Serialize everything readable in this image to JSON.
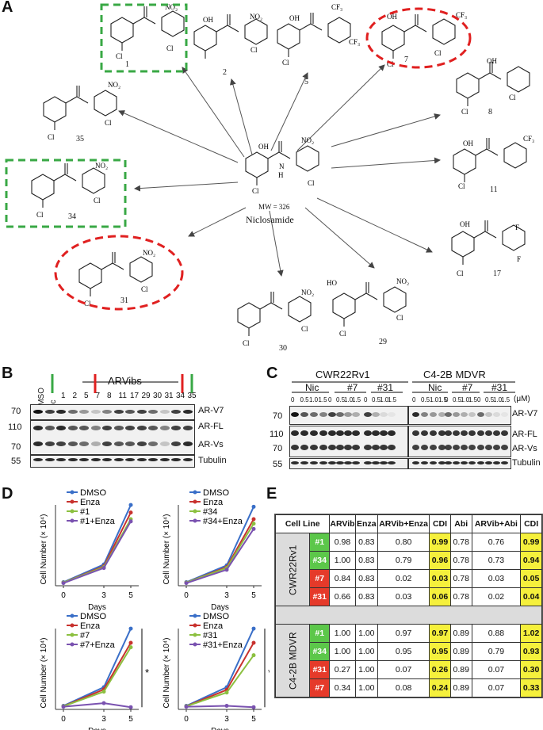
{
  "panels": {
    "A": "A",
    "B": "B",
    "C": "C",
    "D": "D",
    "E": "E"
  },
  "panelA": {
    "center_mw": "MW = 326",
    "center_name": "Niclosamide",
    "compounds": [
      "1",
      "2",
      "5",
      "7",
      "8",
      "11",
      "17",
      "29",
      "30",
      "31",
      "34",
      "35"
    ]
  },
  "panelB": {
    "header": "ARVibs",
    "lanes": [
      "DMSO",
      "Nic",
      "1",
      "2",
      "5",
      "7",
      "8",
      "11",
      "17",
      "29",
      "30",
      "31",
      "34",
      "35"
    ],
    "markers": [
      "70",
      "110",
      "70",
      "55"
    ],
    "rows": [
      "AR-V7",
      "AR-FL",
      "AR-Vs",
      "Tubulin"
    ]
  },
  "panelC": {
    "groups": [
      "CWR22Rv1",
      "C4-2B MDVR"
    ],
    "treatments": [
      "Nic",
      "#7",
      "#31"
    ],
    "doses": [
      "0",
      "0.5",
      "1.0",
      "1.5"
    ],
    "unit": "(μM)",
    "markers": [
      "70",
      "110",
      "70",
      "55"
    ],
    "rows": [
      "AR-V7",
      "AR-FL",
      "AR-Vs",
      "Tubulin"
    ]
  },
  "panelD": {
    "ylabel": "Cell Number (× 10⁴)",
    "xlabel": "Days",
    "xticks": [
      "0",
      "3",
      "5"
    ],
    "star": "*",
    "colors": {
      "DMSO": "#3a6fc8",
      "Enza": "#c8322e",
      "single": "#8cc040",
      "combo": "#7a52b0"
    },
    "charts": [
      {
        "legend": [
          "DMSO",
          "Enza",
          "#1",
          "#1+Enza"
        ]
      },
      {
        "legend": [
          "DMSO",
          "Enza",
          "#34",
          "#34+Enza"
        ]
      },
      {
        "legend": [
          "DMSO",
          "Enza",
          "#7",
          "#7+Enza"
        ]
      },
      {
        "legend": [
          "DMSO",
          "Enza",
          "#31",
          "#31+Enza"
        ]
      }
    ]
  },
  "chart_data": [
    {
      "type": "line",
      "x": [
        0,
        3,
        5
      ],
      "ylim": [
        0,
        200
      ],
      "series": [
        {
          "name": "DMSO",
          "values": [
            8,
            48,
            182
          ]
        },
        {
          "name": "Enza",
          "values": [
            7,
            44,
            165
          ]
        },
        {
          "name": "#1",
          "values": [
            7,
            42,
            150
          ]
        },
        {
          "name": "#1+Enza",
          "values": [
            6,
            40,
            145
          ]
        }
      ]
    },
    {
      "type": "line",
      "x": [
        0,
        3,
        5
      ],
      "ylim": [
        0,
        200
      ],
      "series": [
        {
          "name": "DMSO",
          "values": [
            8,
            46,
            178
          ]
        },
        {
          "name": "Enza",
          "values": [
            7,
            42,
            150
          ]
        },
        {
          "name": "#34",
          "values": [
            7,
            40,
            140
          ]
        },
        {
          "name": "#34+Enza",
          "values": [
            6,
            36,
            128
          ]
        }
      ]
    },
    {
      "type": "line",
      "x": [
        0,
        3,
        5
      ],
      "ylim": [
        0,
        200
      ],
      "series": [
        {
          "name": "DMSO",
          "values": [
            8,
            50,
            182
          ]
        },
        {
          "name": "Enza",
          "values": [
            7,
            45,
            150
          ]
        },
        {
          "name": "#7",
          "values": [
            7,
            40,
            140
          ]
        },
        {
          "name": "#7+Enza",
          "values": [
            6,
            14,
            5
          ]
        }
      ]
    },
    {
      "type": "line",
      "x": [
        0,
        3,
        5
      ],
      "ylim": [
        0,
        200
      ],
      "series": [
        {
          "name": "DMSO",
          "values": [
            8,
            50,
            182
          ]
        },
        {
          "name": "Enza",
          "values": [
            7,
            44,
            150
          ]
        },
        {
          "name": "#31",
          "values": [
            7,
            38,
            122
          ]
        },
        {
          "name": "#31+Enza",
          "values": [
            6,
            8,
            5
          ]
        }
      ]
    }
  ],
  "panelE": {
    "headers": [
      "Cell Line",
      "ARVib",
      "Enza",
      "ARVib+Enza",
      "CDI",
      "Abi",
      "ARVib+Abi",
      "CDI"
    ],
    "groups": [
      {
        "name": "CWR22Rv1",
        "rows": [
          {
            "id": "#1",
            "color": "g",
            "v": [
              "0.98",
              "0.83",
              "0.80",
              "0.99",
              "0.78",
              "0.76",
              "0.99"
            ]
          },
          {
            "id": "#34",
            "color": "g",
            "v": [
              "1.00",
              "0.83",
              "0.79",
              "0.96",
              "0.78",
              "0.73",
              "0.94"
            ]
          },
          {
            "id": "#7",
            "color": "r",
            "v": [
              "0.84",
              "0.83",
              "0.02",
              "0.03",
              "0.78",
              "0.03",
              "0.05"
            ]
          },
          {
            "id": "#31",
            "color": "r",
            "v": [
              "0.66",
              "0.83",
              "0.03",
              "0.06",
              "0.78",
              "0.02",
              "0.04"
            ]
          }
        ]
      },
      {
        "name": "C4-2B MDVR",
        "rows": [
          {
            "id": "#1",
            "color": "g",
            "v": [
              "1.00",
              "1.00",
              "0.97",
              "0.97",
              "0.89",
              "0.88",
              "1.02"
            ]
          },
          {
            "id": "#34",
            "color": "g",
            "v": [
              "1.00",
              "1.00",
              "0.95",
              "0.95",
              "0.89",
              "0.79",
              "0.93"
            ]
          },
          {
            "id": "#31",
            "color": "r",
            "v": [
              "0.27",
              "1.00",
              "0.07",
              "0.26",
              "0.89",
              "0.07",
              "0.30"
            ]
          },
          {
            "id": "#7",
            "color": "r",
            "v": [
              "0.34",
              "1.00",
              "0.08",
              "0.24",
              "0.89",
              "0.07",
              "0.33"
            ]
          }
        ]
      }
    ]
  }
}
